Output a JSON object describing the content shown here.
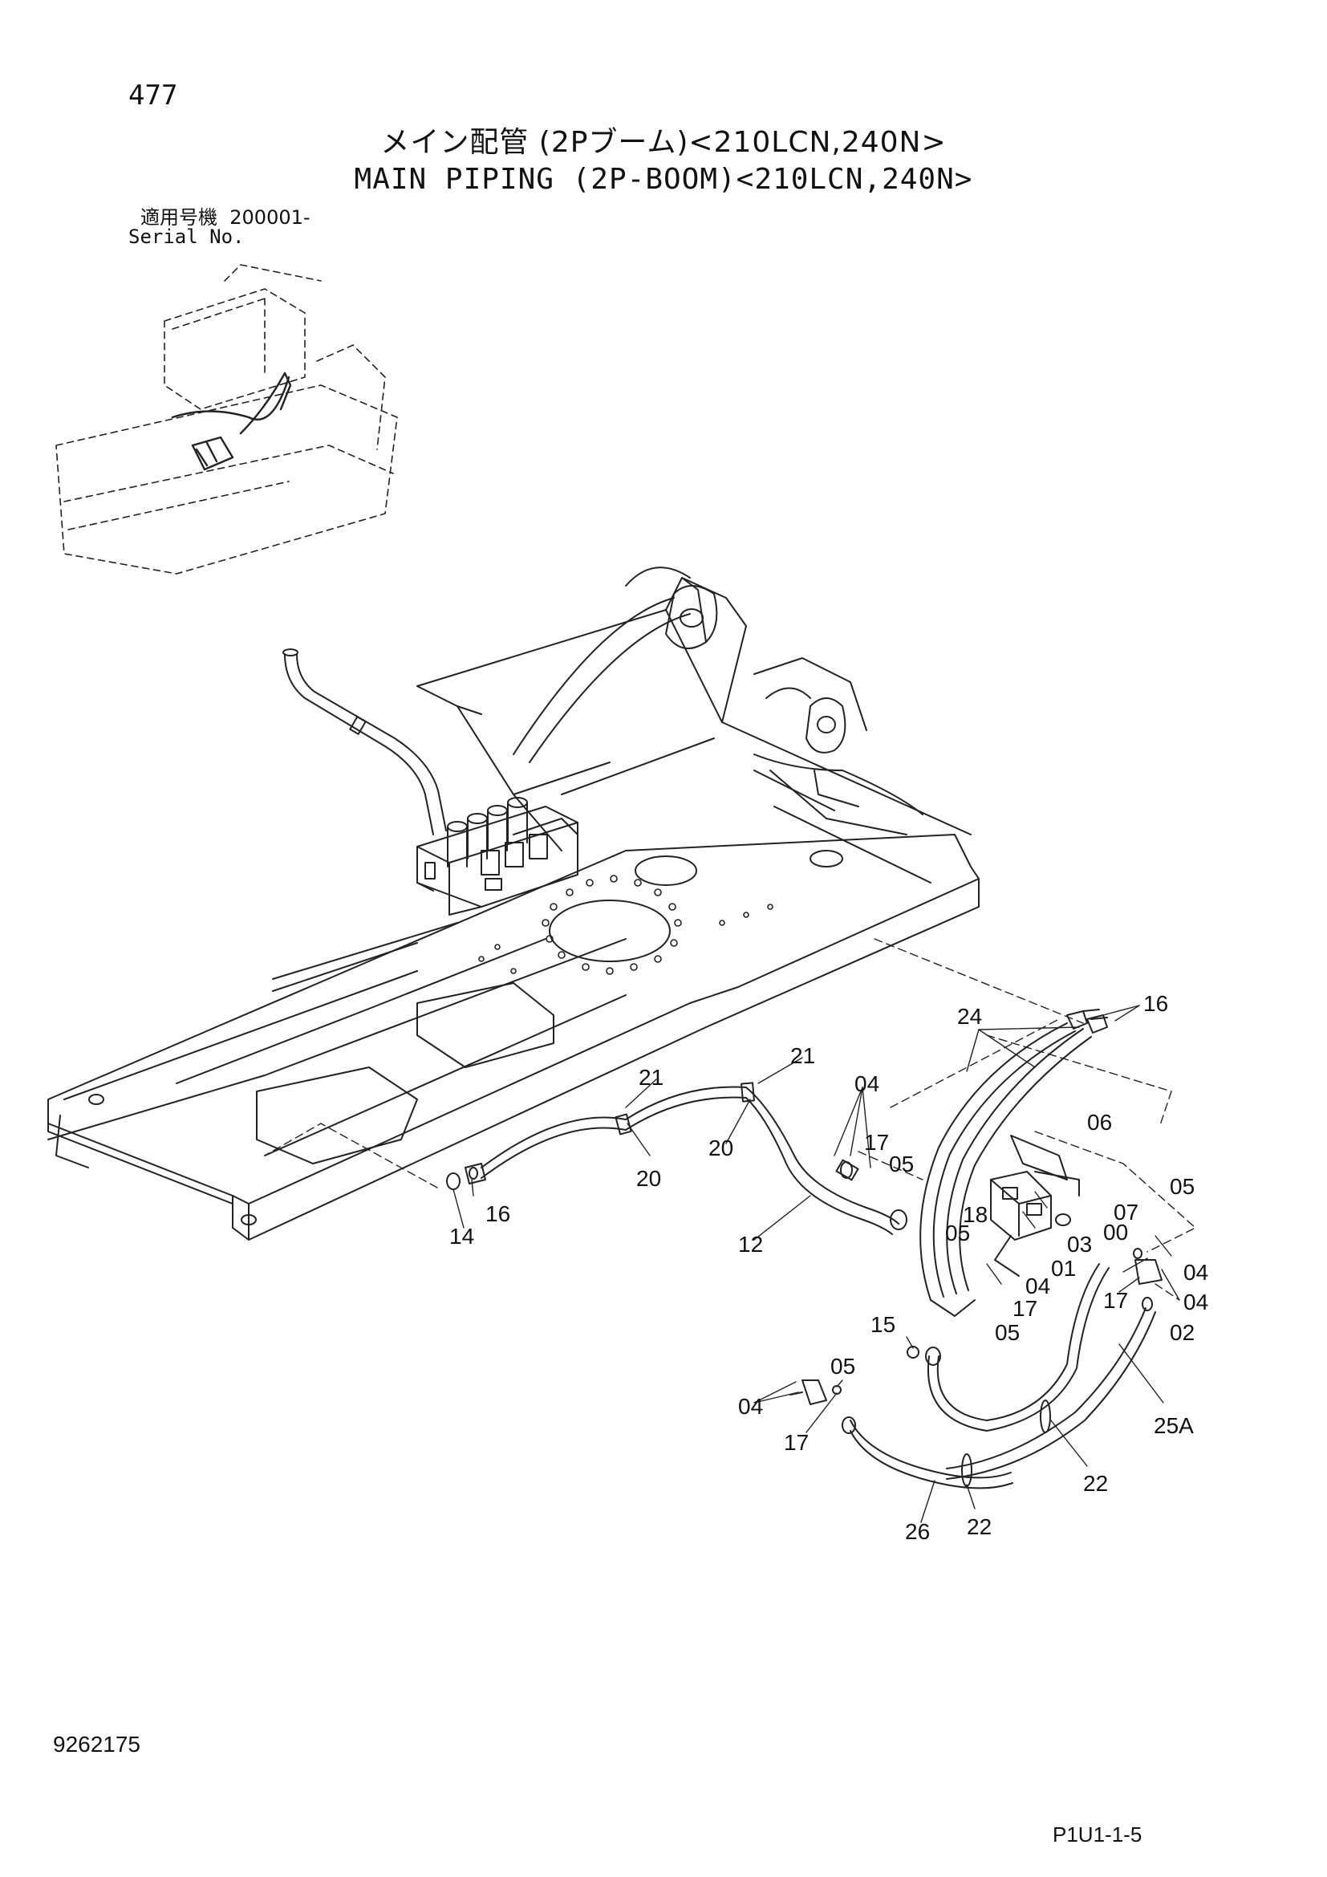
{
  "header": {
    "page_number": "477",
    "title_ja": "メイン配管 (2Pブーム)<210LCN,240N>",
    "title_en": "MAIN PIPING (2P-BOOM)<210LCN,240N>",
    "serial_label_ja": "適用号機  200001-",
    "serial_label_en": "Serial No."
  },
  "footer": {
    "document_number": "9262175",
    "page_code": "P1U1-1-5"
  },
  "part_callouts": [
    "16",
    "24",
    "21",
    "21",
    "04",
    "06",
    "05",
    "20",
    "20",
    "17",
    "05",
    "07",
    "16",
    "14",
    "12",
    "18",
    "05",
    "03",
    "00",
    "01",
    "04",
    "04",
    "04",
    "17",
    "17",
    "05",
    "02",
    "15",
    "05",
    "04",
    "17",
    "25A",
    "22",
    "26",
    "22"
  ],
  "colors": {
    "line": "#222222",
    "background": "#ffffff"
  }
}
